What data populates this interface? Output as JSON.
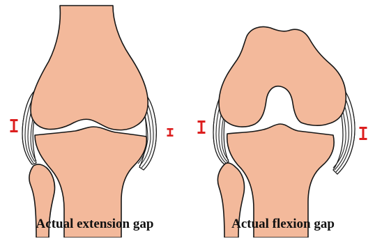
{
  "colors": {
    "bone": "#f3b99b",
    "outline": "#161616",
    "ligament": "#f7f7f7",
    "marker": "#dc1e1e",
    "background": "#ffffff"
  },
  "panels": [
    {
      "caption": "Actual extension gap",
      "icon": "knee-extension-diagram",
      "markers": [
        "large",
        "small"
      ]
    },
    {
      "caption": "Actual flexion gap",
      "icon": "knee-flexion-diagram",
      "markers": [
        "large",
        "large"
      ]
    }
  ]
}
